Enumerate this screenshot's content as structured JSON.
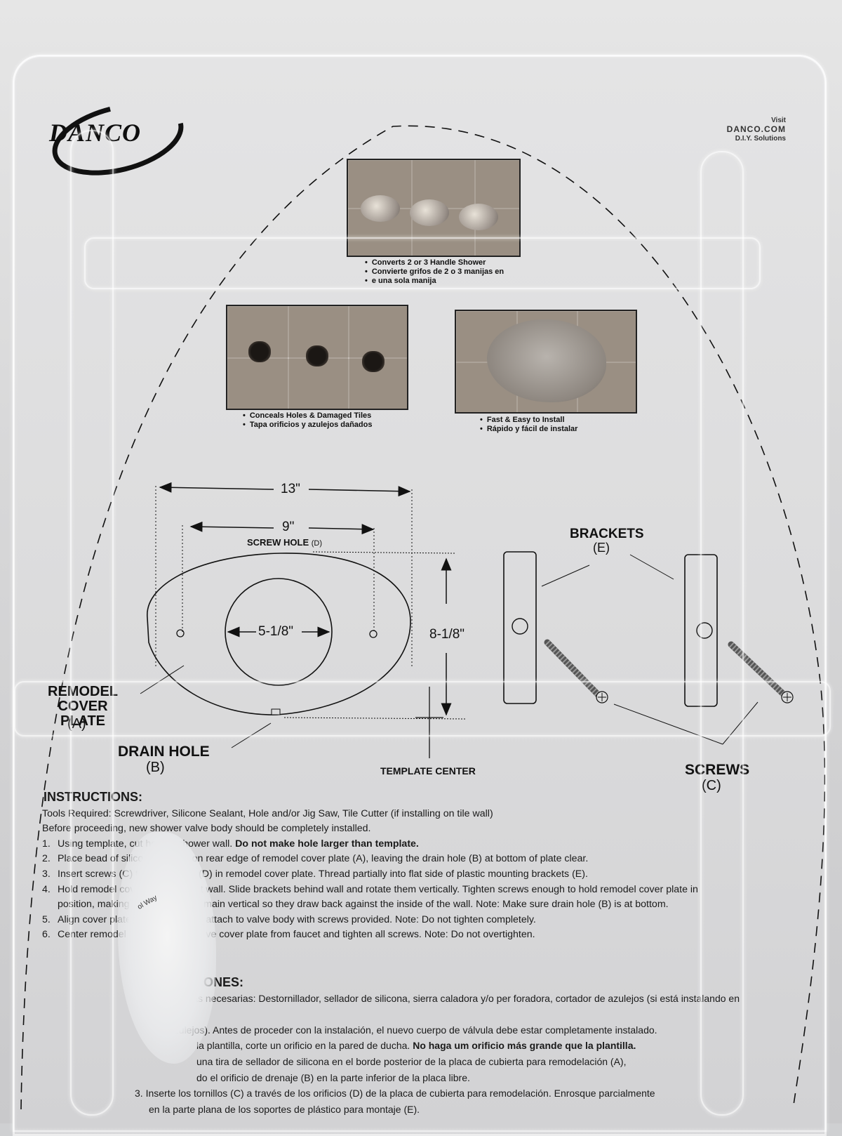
{
  "brand": {
    "logo_text": "DANCO",
    "visit_line1": "Visit",
    "visit_line2": "DANCO.COM",
    "visit_line3": "D.I.Y. Solutions"
  },
  "features": [
    {
      "line1": "Converts 2 or 3 Handle Shower",
      "line2": "Convierte grifos de 2 o 3 manijas en",
      "line3": "e una sola manija"
    },
    {
      "line1": "Conceals Holes & Damaged Tiles",
      "line2": "Tapa orificios y azulejos dañados"
    },
    {
      "line1": "Fast & Easy to Install",
      "line2": "Rápido y fácil de instalar"
    }
  ],
  "diagram": {
    "dim_13": "13\"",
    "dim_9": "9\"",
    "dim_center": "5-1/8\"",
    "dim_height": "8-1/8\"",
    "screw_hole": "SCREW HOLE",
    "screw_hole_letter": "(D)",
    "brackets": "BRACKETS",
    "brackets_letter": "(E)",
    "remodel_line1": "REMODEL",
    "remodel_line2": "COVER PLATE",
    "remodel_letter": "(A)",
    "drain_hole": "DRAIN HOLE",
    "drain_letter": "(B)",
    "template_center": "TEMPLATE CENTER",
    "screws": "SCREWS",
    "screws_letter": "(C)"
  },
  "instructions": {
    "title": "INSTRUCTIONS:",
    "tools": "Tools Required: Screwdriver, Silicone Sealant, Hole and/or Jig Saw, Tile Cutter (if installing on tile wall)",
    "before": "Before proceeding, new shower valve body should be completely installed.",
    "steps": [
      {
        "n": "1.",
        "text": "Using template, cut hole in shower wall. ",
        "bold": "Do not make hole larger than template."
      },
      {
        "n": "2.",
        "text": "Place bead of silicone sealant on rear edge of remodel cover plate (A), leaving the drain hole (B) at bottom of plate clear.",
        "bold": ""
      },
      {
        "n": "3.",
        "text": "Insert screws (C) through holes (D) in remodel cover plate. Thread partially into flat side of plastic mounting brackets (E).",
        "bold": ""
      },
      {
        "n": "4.",
        "text": "Hold remodel cover plate against wall. Slide brackets behind wall and rotate them vertically. Tighten screws enough to hold remodel cover plate in",
        "bold": ""
      },
      {
        "n": "",
        "text": "position, making sure brackets remain vertical so they draw back against the inside of the wall. Note: Make sure drain hole (B) is at bottom.",
        "bold": ""
      },
      {
        "n": "5.",
        "text": "Align cover plate from faucet and attach to valve body with screws provided.  Note: Do not tighten completely.",
        "bold": ""
      },
      {
        "n": "6.",
        "text": "Center remodel cover plate, remove cover plate from faucet and tighten all screws.  Note: Do not overtighten.",
        "bold": ""
      }
    ]
  },
  "instrucciones": {
    "title": "ONES:",
    "lines": [
      "mientas necesarias: Destornillador, sellador de silicona, sierra caladora y/o per foradora, cortador de azulejos (si está instalando en una",
      "azulejos).  Antes de proceder con la instalación, el nuevo cuerpo de válvula debe estar completamente instalado.",
      "la plantilla, corte un orificio en la pared de ducha. ",
      "una tira de sellador de silicona en el borde posterior de la placa de cubierta para remodelación (A),",
      "do el orificio de drenaje (B) en la parte inferior de la placa libre.",
      "3.  Inserte los tornillos (C) a través de los orificios (D) de la placa de cubierta para remodelación. Enrosque parcialmente",
      "en la parte plana de los soportes de plástico para montaje (E)."
    ],
    "bold_line3": "No haga um orificio más grande que la plantilla."
  },
  "torn_label": "ol Way"
}
